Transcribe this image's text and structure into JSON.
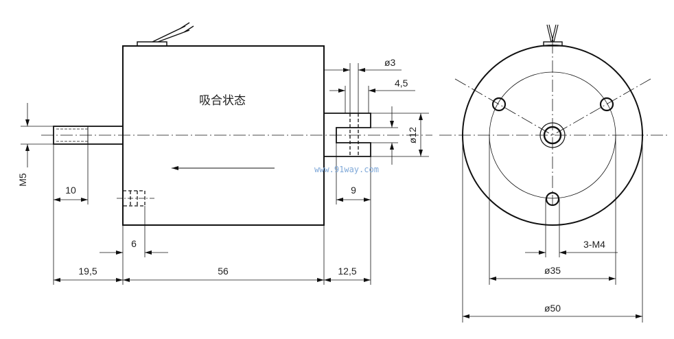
{
  "drawing": {
    "state_label": "吸合状态",
    "watermark": "www.91way.com",
    "side_view": {
      "thread": "M5",
      "thread_length": "10",
      "shaft_length": "19,5",
      "body_length": "56",
      "hole_depth": "6",
      "slot_end_length": "12,5",
      "slot_depth": "9",
      "pin_diameter": "ø3",
      "pin_offset": "4,5",
      "end_diameter": "ø12"
    },
    "front_view": {
      "mount_holes": "3-M4",
      "bolt_circle": "ø35",
      "outer_diameter": "ø50"
    }
  }
}
